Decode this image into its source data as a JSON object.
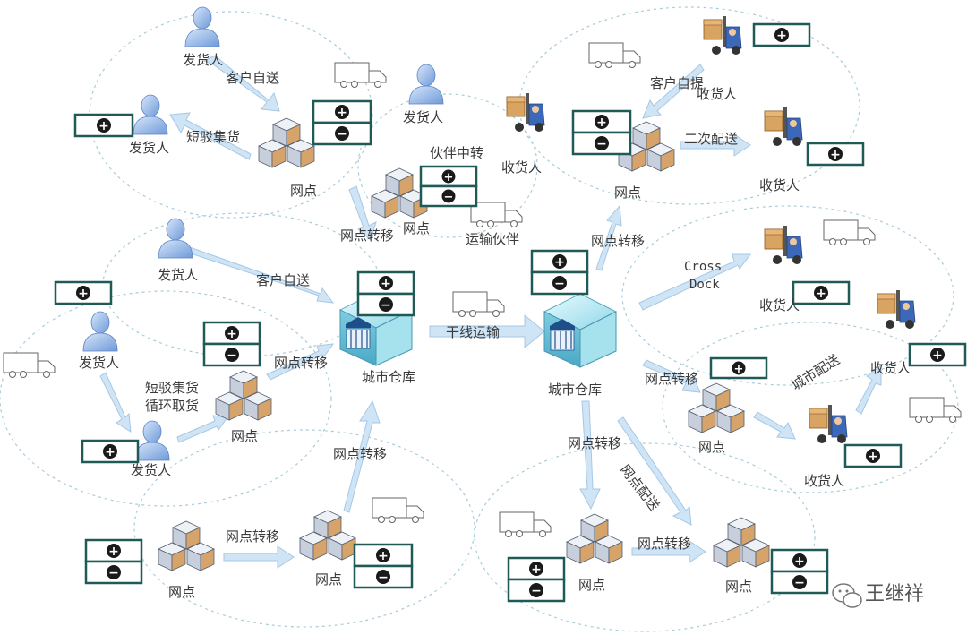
{
  "labels": {
    "shipper": "发货人",
    "receiver": "收货人",
    "outlet": "网点",
    "city_warehouse": "城市仓库",
    "customer_self_deliver": "客户自送",
    "customer_self_pickup": "客户自提",
    "short_haul_collection": "短驳集货",
    "loop_pickup": "循环取货",
    "partner_transfer": "伙伴中转",
    "transport_partner": "运输伙伴",
    "outlet_transfer": "网点转移",
    "trunk_transport": "干线运输",
    "secondary_delivery": "二次配送",
    "cross_dock_1": "Cross",
    "cross_dock_2": "Dock",
    "city_delivery": "城市配送",
    "outlet_delivery": "网点配送"
  },
  "symbols": {
    "plus": "+",
    "minus": "−"
  },
  "watermark": {
    "text": "王继祥",
    "icon": "wechat-icon"
  },
  "colors": {
    "box_border": "#1f5a57",
    "arrow_fill": "#cfe4f5",
    "zone_stroke": "#a9ccd8",
    "person": "#8fb4e6",
    "warehouse": "#7fd0e0",
    "forklift": "#3b68b8",
    "cargo": "#d9a462"
  }
}
